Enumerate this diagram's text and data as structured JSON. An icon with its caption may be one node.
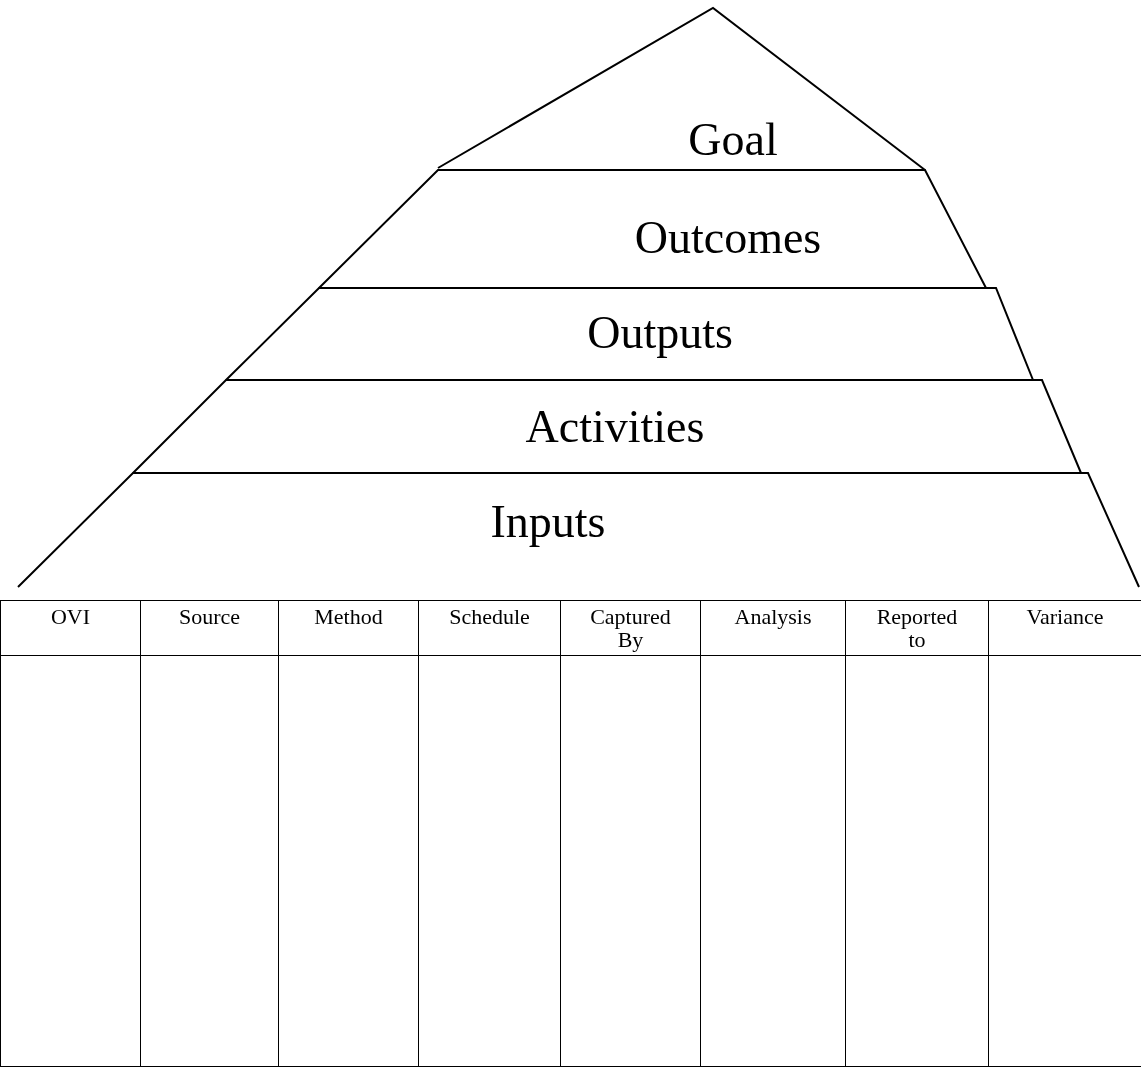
{
  "diagram": {
    "nodes": [
      {
        "text": [
          "Goal"
        ]
      },
      {
        "text": [
          "Outcomes"
        ]
      },
      {
        "text": [
          "Outputs"
        ]
      },
      {
        "text": [
          "Activities"
        ]
      },
      {
        "text": [
          "Inputs"
        ]
      }
    ],
    "labels": [
      "OVI",
      "Source",
      "Method",
      "Schedule",
      "Captured By",
      "Analysis",
      "Reported to",
      "Variance"
    ]
  }
}
